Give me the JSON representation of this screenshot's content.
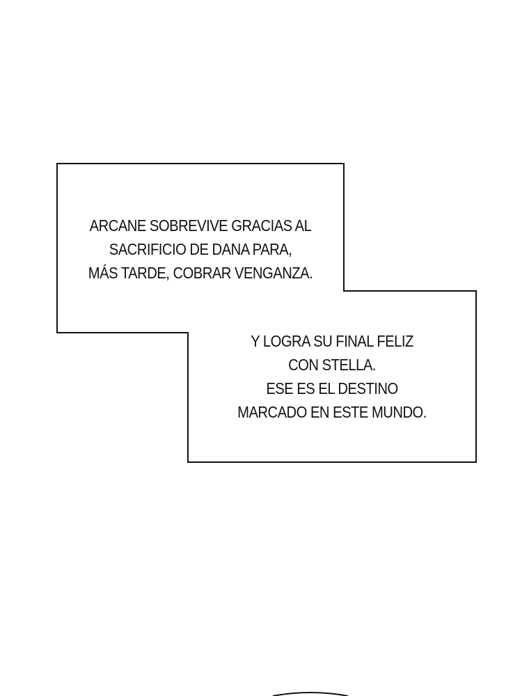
{
  "caption_1": {
    "lines": [
      "ARCANE SOBREVIVE GRACIAS AL",
      "SACRIFICIO DE DANA PARA,",
      "MÁS TARDE, COBRAR VENGANZA."
    ]
  },
  "caption_2": {
    "lines": [
      "Y LOGRA SU FINAL FELIZ",
      "CON STELLA.",
      "ESE ES EL DESTINO",
      "MARCADO EN ESTE MUNDO."
    ]
  },
  "colors": {
    "background": "#ffffff",
    "border": "#111111",
    "text": "#111111"
  }
}
